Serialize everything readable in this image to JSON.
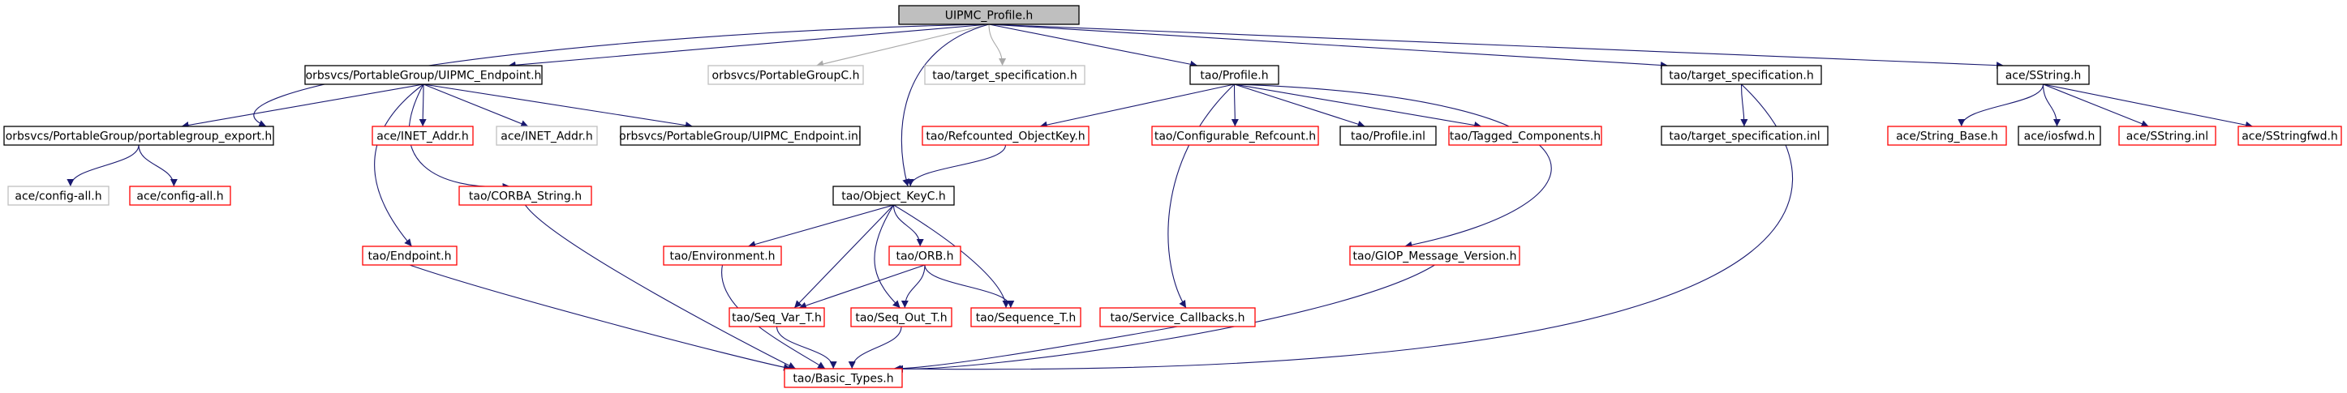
{
  "colors": {
    "edge_dark": "#191970",
    "edge_grey": "#a9a9a9",
    "box_black": "#000000",
    "box_red": "#ff0000",
    "box_grey": "#bfbfbf",
    "root_fill": "#bfbfbf",
    "text": "#000000"
  },
  "nodes": {
    "root": {
      "label": "UIPMC_Profile.h",
      "style": "root"
    },
    "endpoint_h": {
      "label": "orbsvcs/PortableGroup/UIPMC_Endpoint.h",
      "style": "black"
    },
    "pgc_h": {
      "label": "orbsvcs/PortableGroupC.h",
      "style": "grey"
    },
    "tspec_h_grey": {
      "label": "tao/target_specification.h",
      "style": "grey"
    },
    "profile_h": {
      "label": "tao/Profile.h",
      "style": "black"
    },
    "tspec_h": {
      "label": "tao/target_specification.h",
      "style": "black"
    },
    "sstring_h": {
      "label": "ace/SString.h",
      "style": "black"
    },
    "pg_export_h": {
      "label": "orbsvcs/PortableGroup/portablegroup_export.h",
      "style": "black"
    },
    "inet_addr_red": {
      "label": "ace/INET_Addr.h",
      "style": "red"
    },
    "inet_addr_grey": {
      "label": "ace/INET_Addr.h",
      "style": "grey"
    },
    "endpoint_inl": {
      "label": "orbsvcs/PortableGroup/UIPMC_Endpoint.inl",
      "style": "black"
    },
    "refcounted_key": {
      "label": "tao/Refcounted_ObjectKey.h",
      "style": "red"
    },
    "conf_refcount": {
      "label": "tao/Configurable_Refcount.h",
      "style": "red"
    },
    "profile_inl": {
      "label": "tao/Profile.inl",
      "style": "black"
    },
    "tagged_comp": {
      "label": "tao/Tagged_Components.h",
      "style": "red"
    },
    "tspec_inl": {
      "label": "tao/target_specification.inl",
      "style": "black"
    },
    "string_base": {
      "label": "ace/String_Base.h",
      "style": "red"
    },
    "iosfwd": {
      "label": "ace/iosfwd.h",
      "style": "black"
    },
    "sstring_inl": {
      "label": "ace/SString.inl",
      "style": "red"
    },
    "sstringfwd": {
      "label": "ace/SStringfwd.h",
      "style": "red"
    },
    "config_grey": {
      "label": "ace/config-all.h",
      "style": "grey"
    },
    "config_red": {
      "label": "ace/config-all.h",
      "style": "red"
    },
    "corba_string": {
      "label": "tao/CORBA_String.h",
      "style": "red"
    },
    "object_keyc": {
      "label": "tao/Object_KeyC.h",
      "style": "black"
    },
    "endpoint_tao": {
      "label": "tao/Endpoint.h",
      "style": "red"
    },
    "environment": {
      "label": "tao/Environment.h",
      "style": "red"
    },
    "orb_h": {
      "label": "tao/ORB.h",
      "style": "red"
    },
    "giop_ver": {
      "label": "tao/GIOP_Message_Version.h",
      "style": "red"
    },
    "seq_var": {
      "label": "tao/Seq_Var_T.h",
      "style": "red"
    },
    "seq_out": {
      "label": "tao/Seq_Out_T.h",
      "style": "red"
    },
    "sequence_t": {
      "label": "tao/Sequence_T.h",
      "style": "red"
    },
    "service_cb": {
      "label": "tao/Service_Callbacks.h",
      "style": "red"
    },
    "basic_types": {
      "label": "tao/Basic_Types.h",
      "style": "red"
    }
  },
  "edges": [
    [
      "root",
      "endpoint_h",
      "dark"
    ],
    [
      "root",
      "pgc_h",
      "grey"
    ],
    [
      "root",
      "tspec_h_grey",
      "grey"
    ],
    [
      "root",
      "profile_h",
      "dark"
    ],
    [
      "root",
      "tspec_h",
      "dark"
    ],
    [
      "root",
      "sstring_h",
      "dark"
    ],
    [
      "root",
      "pg_export_h",
      "dark"
    ],
    [
      "root",
      "object_keyc",
      "dark"
    ],
    [
      "endpoint_h",
      "pg_export_h",
      "dark"
    ],
    [
      "endpoint_h",
      "inet_addr_red",
      "dark"
    ],
    [
      "endpoint_h",
      "inet_addr_grey",
      "dark"
    ],
    [
      "endpoint_h",
      "endpoint_inl",
      "dark"
    ],
    [
      "endpoint_h",
      "corba_string",
      "dark"
    ],
    [
      "endpoint_h",
      "endpoint_tao",
      "dark"
    ],
    [
      "pg_export_h",
      "config_grey",
      "dark"
    ],
    [
      "pg_export_h",
      "config_red",
      "dark"
    ],
    [
      "profile_h",
      "refcounted_key",
      "dark"
    ],
    [
      "profile_h",
      "conf_refcount",
      "dark"
    ],
    [
      "profile_h",
      "profile_inl",
      "dark"
    ],
    [
      "profile_h",
      "tagged_comp",
      "dark"
    ],
    [
      "profile_h",
      "service_cb",
      "dark"
    ],
    [
      "profile_h",
      "giop_ver",
      "dark"
    ],
    [
      "refcounted_key",
      "object_keyc",
      "dark"
    ],
    [
      "tspec_h",
      "tspec_inl",
      "dark"
    ],
    [
      "tspec_h",
      "basic_types",
      "dark"
    ],
    [
      "sstring_h",
      "string_base",
      "dark"
    ],
    [
      "sstring_h",
      "iosfwd",
      "dark"
    ],
    [
      "sstring_h",
      "sstring_inl",
      "dark"
    ],
    [
      "sstring_h",
      "sstringfwd",
      "dark"
    ],
    [
      "object_keyc",
      "environment",
      "dark"
    ],
    [
      "object_keyc",
      "orb_h",
      "dark"
    ],
    [
      "object_keyc",
      "seq_var",
      "dark"
    ],
    [
      "object_keyc",
      "seq_out",
      "dark"
    ],
    [
      "object_keyc",
      "sequence_t",
      "dark"
    ],
    [
      "orb_h",
      "seq_var",
      "dark"
    ],
    [
      "orb_h",
      "seq_out",
      "dark"
    ],
    [
      "orb_h",
      "sequence_t",
      "dark"
    ],
    [
      "corba_string",
      "basic_types",
      "dark"
    ],
    [
      "endpoint_tao",
      "basic_types",
      "dark"
    ],
    [
      "environment",
      "basic_types",
      "dark"
    ],
    [
      "seq_var",
      "basic_types",
      "dark"
    ],
    [
      "seq_out",
      "basic_types",
      "dark"
    ],
    [
      "service_cb",
      "basic_types",
      "dark"
    ],
    [
      "giop_ver",
      "basic_types",
      "dark"
    ]
  ]
}
